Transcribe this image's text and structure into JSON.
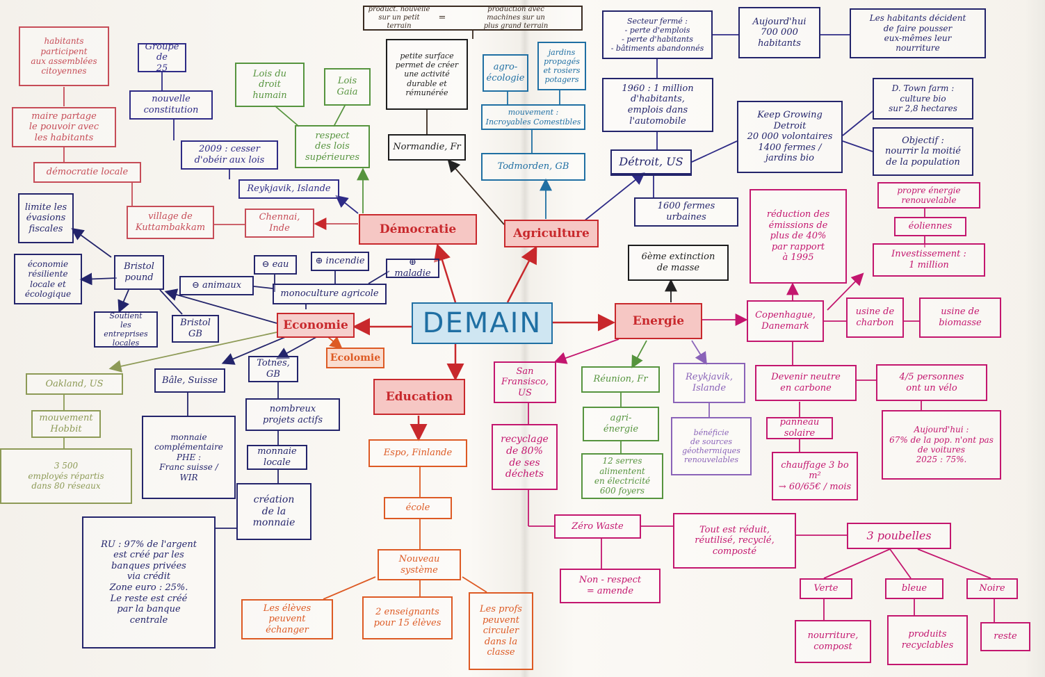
{
  "colors": {
    "paper": "#f8f6f1",
    "red": "#c8282c",
    "rose": "#c64c57",
    "navy": "#23246b",
    "indigo": "#2e2b86",
    "blue": "#1f6fa3",
    "green": "#56943e",
    "olive": "#8d9a56",
    "brown": "#3a2b21",
    "orange": "#dd5a24",
    "magenta": "#c3166e",
    "purple": "#8a63b8",
    "black": "#1c1c1c",
    "center_fill": "#cfe6f2"
  },
  "mindmap": {
    "center": "DEMAIN",
    "hubs": {
      "democratie": "Démocratie",
      "agriculture": "Agriculture",
      "energie": "Energie",
      "economie": "Economie",
      "ecolomie": "Ecolomie",
      "education": "Education"
    },
    "democratie": {
      "habitants_participent": "habitants\nparticipent\naux assemblées\ncitoyennes",
      "maire_partage": "maire partage\nle pouvoir avec\nles habitants",
      "democratie_locale": "démocratie locale",
      "village": "village de\nKuttambakkam",
      "chennai": "Chennai,\nInde",
      "groupe25": "Groupe de\n25",
      "nouvelle_constitution": "nouvelle\nconstitution",
      "cesser_obeir": "2009 : cesser\nd'obéir aux lois",
      "reykjavik": "Reykjavik, Islande",
      "lois_droit_humain": "Lois du\ndroit\nhumain",
      "lois_gaia": "Lois\nGaia",
      "respect_lois": "respect\ndes lois\nsupérieures"
    },
    "agriculture": {
      "product_nouvelle": "product. nouvelle\nsur un petit\nterrain",
      "equals": "=",
      "production_machines": "production avec\nmachines sur un\nplus grand terrain",
      "petite_surface": "petite surface\npermet de créer\nune activité\ndurable et\nrémunérée",
      "normandie": "Normandie, Fr",
      "agroecologie": "agro-\nécologie",
      "jardins_potagers": "jardins\npropagés\net rosiers\npotagers",
      "mouvement": "mouvement :\nIncroyables Comestibles",
      "todmorden": "Todmorden, GB"
    },
    "detroit": {
      "secteur_ferme": "Secteur fermé :\n- perte d'emplois\n- perte d'habitants\n- bâtiments abandonnés",
      "aujourdhui": "Aujourd'hui\n700 000\nhabitants",
      "habitants_decident": "Les habitants décident\nde faire pousser\neux-mêmes leur\nnourriture",
      "million_1960": "1960 : 1 million\nd'habitants,\nemplois dans\nl'automobile",
      "detroit": "Détroit, US",
      "keep_growing": "Keep Growing\nDetroit\n20 000 volontaires\n1400 fermes /\njardins bio",
      "dtown_farm": "D. Town farm :\nculture bio\nsur 2,8 hectares",
      "objectif": "Objectif :\nnourrir la moitié\nde la population",
      "fermes_urbaines": "1600 fermes\nurbaines"
    },
    "energie": {
      "extinction": "6ème extinction\nde masse",
      "reduction_emissions": "réduction des\némissions de\nplus de 40%\npar rapport\nà 1995",
      "propre_energie": "propre énergie\nrenouvelable",
      "eoliennes": "éoliennes",
      "investissement": "Investissement :\n1 million",
      "copenhague": "Copenhague,\nDanemark",
      "usine_charbon": "usine de\ncharbon",
      "usine_biomasse": "usine de\nbiomasse",
      "neutre_carbone": "Devenir neutre\nen carbone",
      "velo": "4/5 personnes\nont un vélo",
      "panneau_solaire": "panneau\nsolaire",
      "aujourdhui_voitures": "Aujourd'hui :\n67% de la pop. n'ont pas\nde voitures\n2025 : 75%.",
      "chauffage": "chauffage 3 bo\nm²\n→ 60/65€ / mois",
      "reunion": "Réunion, Fr",
      "agri_energie": "agri-\nénergie",
      "serres": "12 serres\nalimentent\nen électricité\n600 foyers",
      "reykjavik_islande": "Reykjavik,\nIslande",
      "geothermie": "bénéficie\nde sources\ngéothermiques\nrenouvelables"
    },
    "zero_waste": {
      "san_francisco": "San\nFransisco,\nUS",
      "recyclage": "recyclage\nde 80%\nde ses\ndéchets",
      "zero_waste": "Zéro Waste",
      "non_respect": "Non - respect\n= amende",
      "tout_reduit": "Tout est réduit,\nréutilisé, recyclé,\ncomposté",
      "trois_poubelles": "3 poubelles",
      "verte": "Verte",
      "bleue": "bleue",
      "noire": "Noire",
      "nourriture": "nourriture,\ncompost",
      "produits_recyclables": "produits\nrecyclables",
      "reste": "reste"
    },
    "economie": {
      "limite_evasions": "limite les\névasions\nfiscales",
      "economie_resiliente": "économie\nrésiliente\nlocale et\nécologique",
      "bristol_pound": "Bristol\npound",
      "soutient_entreprises": "Soutient\nles entreprises\nlocales",
      "bristol_gb": "Bristol\nGB",
      "moins_animaux": "⊖ animaux",
      "moins_eau": "⊖ eau",
      "plus_incendie": "⊕ incendie",
      "plus_maladie": "⊕ maladie",
      "monoculture": "monoculture agricole",
      "oakland": "Oakland, US",
      "mouvement_hobbit": "mouvement\nHobbit",
      "employes": "3 500\nemployés répartis\ndans 80 réseaux",
      "bale": "Bâle, Suisse",
      "monnaie_complementaire": "monnaie\ncomplémentaire\nPHE :\nFranc suisse /\nWIR",
      "totnes": "Totnes,\nGB",
      "projets_actifs": "nombreux\nprojets actifs",
      "monnaie_locale": "monnaie\nlocale",
      "creation_monnaie": "création\nde la\nmonnaie",
      "ru_argent": "RU : 97% de l'argent\nest créé par les\nbanques privées\nvia crédit\nZone euro : 25%.\nLe reste est créé\npar la banque\ncentrale"
    },
    "education": {
      "espoo": "Espo, Finlande",
      "ecole": "école",
      "nouveau_systeme": "Nouveau\nsystème",
      "eleves_echanger": "Les élèves\npeuvent\néchanger",
      "enseignants": "2 enseignants\npour 15 élèves",
      "profs_circuler": "Les profs\npeuvent\ncirculer\ndans la\nclasse"
    }
  }
}
